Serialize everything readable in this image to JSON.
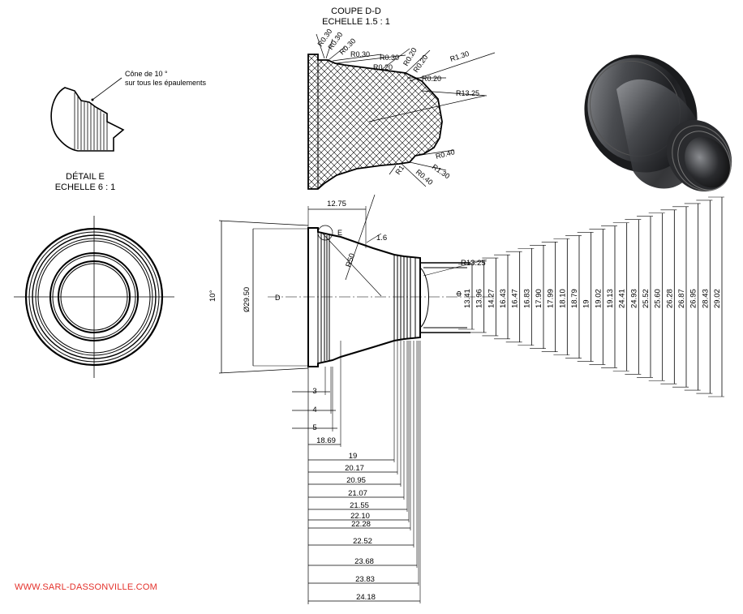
{
  "section": {
    "title": "COUPE D-D",
    "scale": "ECHELLE 1.5 : 1"
  },
  "detail": {
    "title": "DÉTAIL E",
    "scale": "ECHELLE 6 : 1",
    "note_line1": "Cône de 10 °",
    "note_line2": "sur tous les épaulements"
  },
  "section_radii": [
    "R0.30",
    "R0.30",
    "R0.30",
    "R0.30",
    "R0.30",
    "R0.20",
    "R0.20",
    "R0.20",
    "R1.30",
    "R0.20",
    "R13.25",
    "R0.40",
    "R1.30",
    "R1",
    "R0.40"
  ],
  "main_view": {
    "top_dim": "12.75",
    "angle": "10°",
    "diameter": "Ø29.50",
    "section_marker": "D",
    "detail_marker": "E",
    "radius_big": "R50",
    "radius_small": "1.6",
    "radius_inner": "R13.25",
    "phi": "Φ"
  },
  "vertical_diameters": [
    "13.41",
    "13.96",
    "14.27",
    "16.43",
    "16.47",
    "16.83",
    "17.90",
    "17.99",
    "18.10",
    "18.79",
    "19",
    "19.02",
    "19.13",
    "24.41",
    "24.93",
    "25.52",
    "25.60",
    "26.28",
    "26.87",
    "26.95",
    "28.43",
    "29.02"
  ],
  "small_lengths": [
    "3",
    "4",
    "5"
  ],
  "horizontal_lengths": [
    "18.69",
    "19",
    "20.17",
    "20.95",
    "21.07",
    "21.55",
    "22.10",
    "22.28",
    "22.52",
    "23.68",
    "23.83",
    "24.18"
  ],
  "website": "WWW.SARL-DASSONVILLE.COM"
}
